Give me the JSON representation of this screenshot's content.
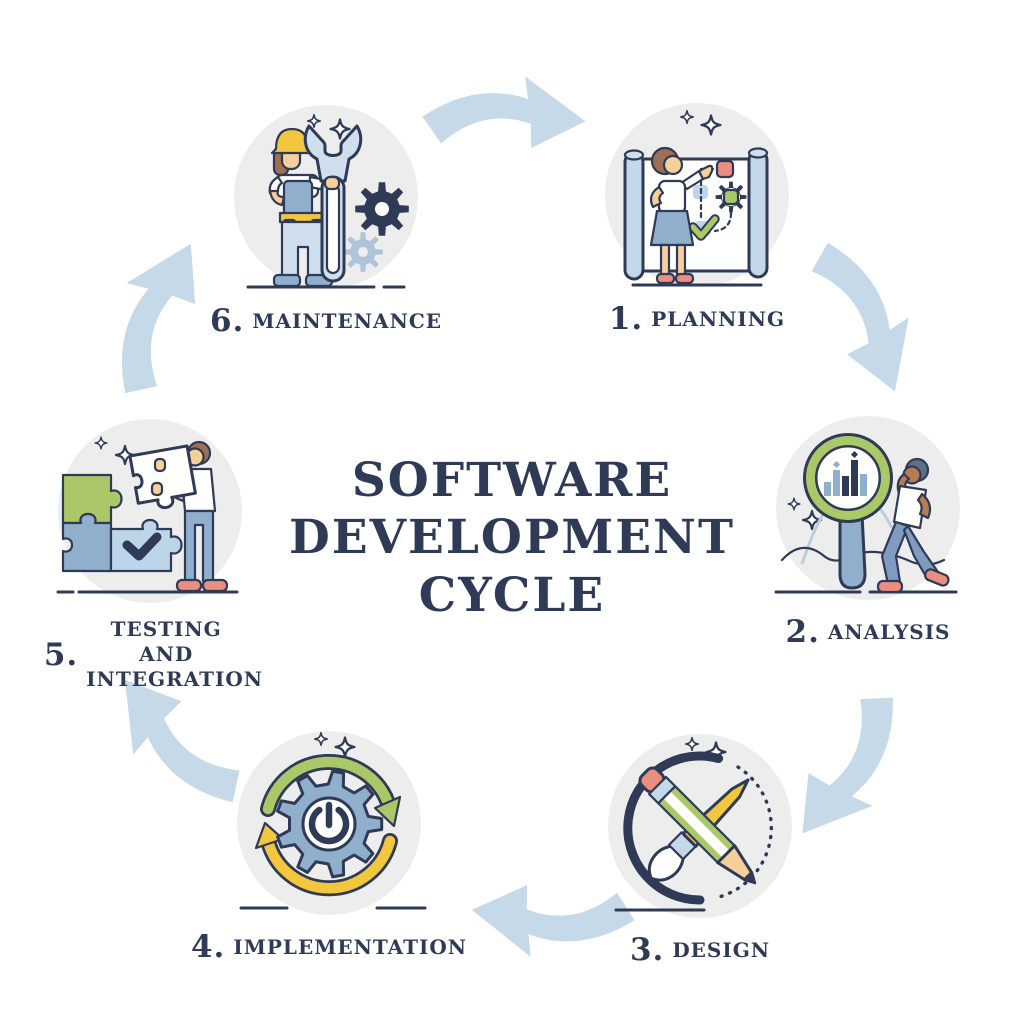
{
  "title": {
    "lines": [
      "SOFTWARE",
      "DEVELOPMENT",
      "CYCLE"
    ]
  },
  "stages": [
    {
      "num": "1.",
      "label": "PLANNING",
      "icon": "woman-at-flowchart-board-illustration"
    },
    {
      "num": "2.",
      "label": "ANALYSIS",
      "icon": "magnifier-bar-chart-person-illustration"
    },
    {
      "num": "3.",
      "label": "DESIGN",
      "icon": "crossed-pencil-and-brush-illustration"
    },
    {
      "num": "4.",
      "label": "IMPLEMENTATION",
      "icon": "gear-power-cycle-arrows-illustration"
    },
    {
      "num": "5.",
      "label": "TESTING AND INTEGRATION",
      "icon": "puzzle-pieces-person-illustration"
    },
    {
      "num": "6.",
      "label": "MAINTENANCE",
      "icon": "worker-with-wrench-and-gears-illustration"
    }
  ],
  "flow_arrows": [
    {
      "from": "6",
      "to": "1"
    },
    {
      "from": "1",
      "to": "2"
    },
    {
      "from": "2",
      "to": "3"
    },
    {
      "from": "3",
      "to": "4"
    },
    {
      "from": "4",
      "to": "5"
    },
    {
      "from": "5",
      "to": "6"
    }
  ],
  "palette": {
    "navy": "#2e3a56",
    "arrow-blue": "#c5d9e8",
    "circle-bg": "#ededed",
    "green": "#abc868",
    "yellow": "#f2c63d",
    "salmon": "#ec8d82",
    "blue-gray": "#8fafcc",
    "pale-blue": "#cfdfee",
    "light-blue": "#c4d8ea",
    "board-blue": "#bdd5e8",
    "gear-light": "#aec4d9",
    "skin": "#f6cf9a",
    "skin-dark": "#b57e52",
    "hair": "#9c7055",
    "slate": "#5d7187",
    "denim": "#7f9cc0",
    "curve-blue": "#b9cfde",
    "white": "#ffffff"
  }
}
